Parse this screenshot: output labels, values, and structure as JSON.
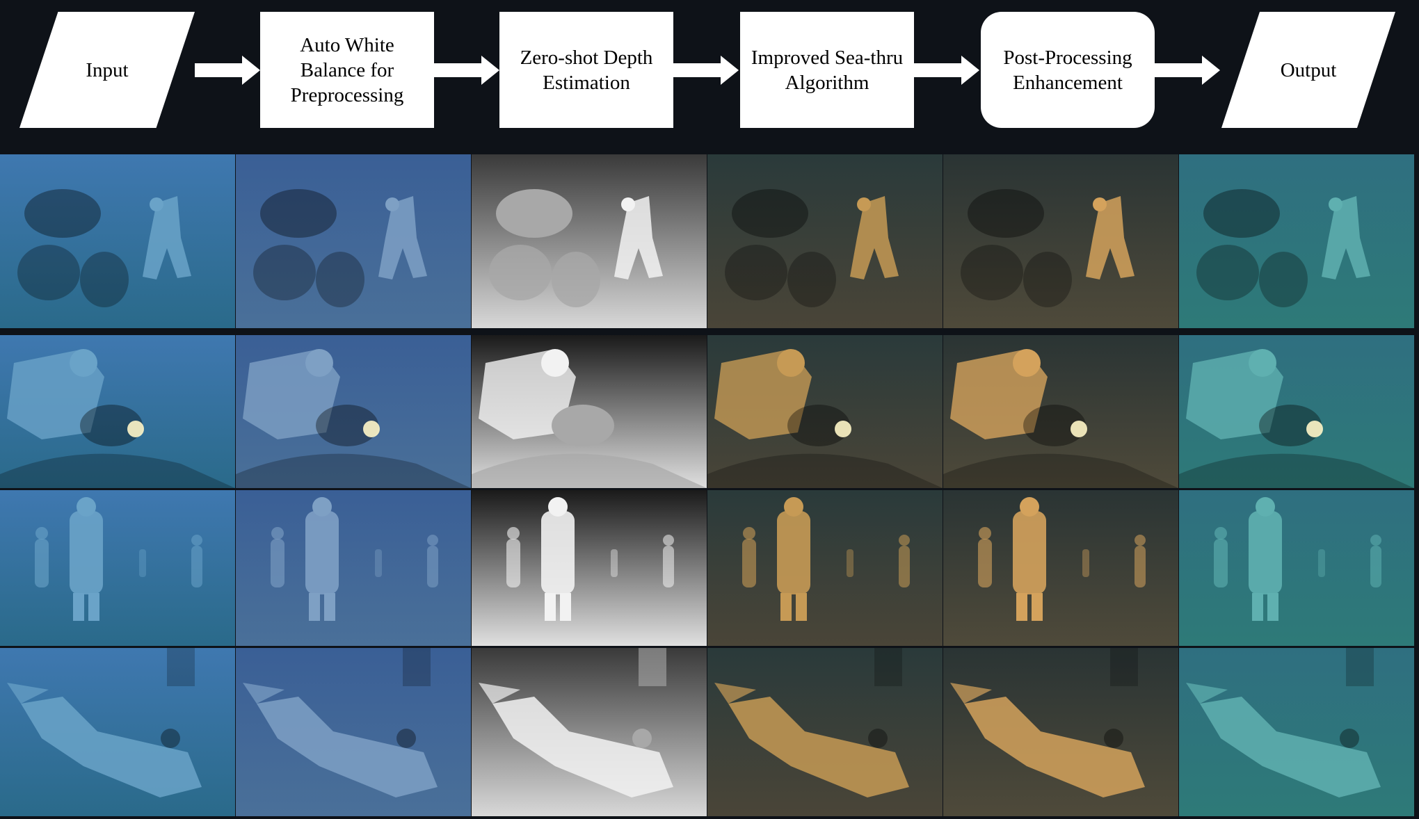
{
  "pipeline": {
    "stages": [
      {
        "label": "Input",
        "shape": "parallelogram"
      },
      {
        "label": "Auto White Balance for Preprocessing",
        "shape": "rectangle"
      },
      {
        "label": "Zero-shot Depth Estimation",
        "shape": "rectangle"
      },
      {
        "label": "Improved Sea-thru Algorithm",
        "shape": "rectangle"
      },
      {
        "label": "Post-Processing Enhancement",
        "shape": "rounded-rectangle"
      },
      {
        "label": "Output",
        "shape": "parallelogram"
      }
    ],
    "connector": "right-arrow"
  },
  "grid": {
    "columns": [
      "input",
      "auto-white-balance",
      "depth-map",
      "sea-thru",
      "post-processing",
      "output"
    ],
    "rows": [
      "diver-with-rocks",
      "diver-with-light",
      "statues",
      "sunken-tail-sculpture"
    ],
    "column_palettes": {
      "input": {
        "top": "#3f78b0",
        "bottom": "#2a6a8a",
        "accent": "#6aa3c8"
      },
      "auto-white-balance": {
        "top": "#3a5f96",
        "bottom": "#4a7099",
        "accent": "#7ea0c4"
      },
      "depth-map": {
        "top": "#1a1a1a",
        "bottom": "#e0e0e0",
        "accent": "#ffffff"
      },
      "sea-thru": {
        "top": "#2a3a3a",
        "bottom": "#4a4538",
        "accent": "#c69a55"
      },
      "post-processing": {
        "top": "#2a3434",
        "bottom": "#4f4a3a",
        "accent": "#d4a25c"
      },
      "output": {
        "top": "#2f6f80",
        "bottom": "#2e7a78",
        "accent": "#5fb0b0"
      }
    }
  }
}
